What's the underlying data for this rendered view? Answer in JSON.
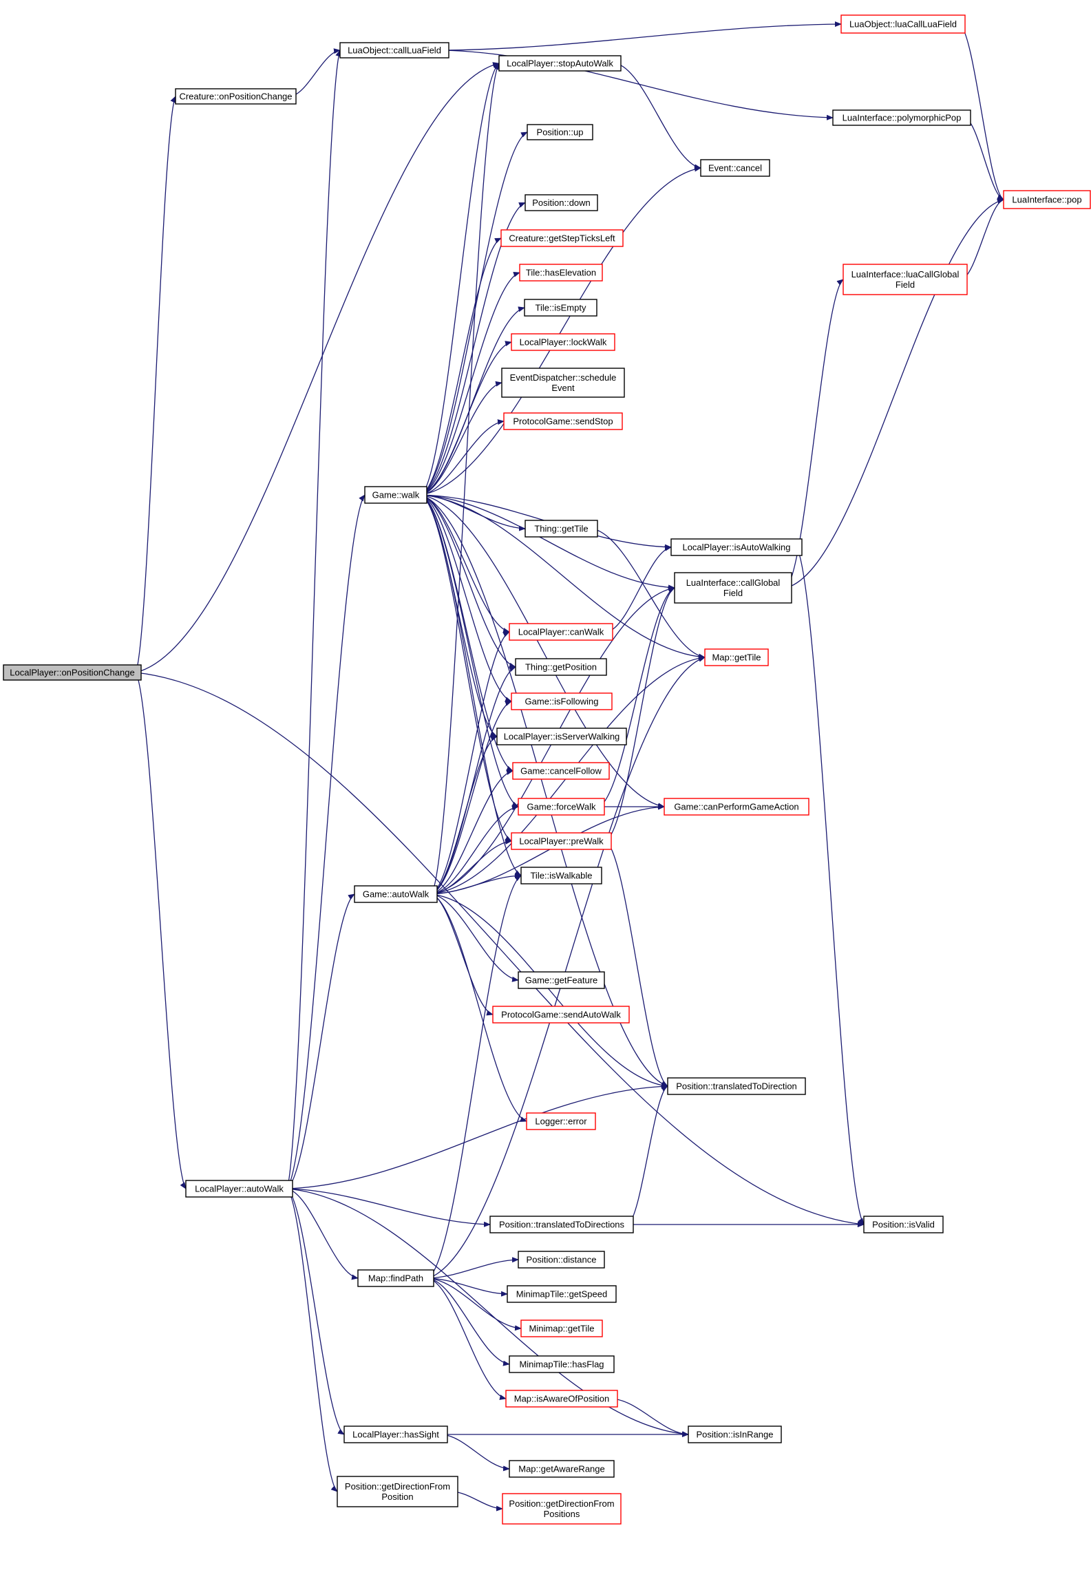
{
  "diagram": {
    "type": "call-graph",
    "colors": {
      "edge": "#191970",
      "node_fill": "#ffffff",
      "root_fill": "#bfbfbf",
      "border_normal": "#000000",
      "border_truncated": "#ff0000"
    },
    "nodes": [
      {
        "id": "root",
        "lines": [
          "LocalPlayer::onPositionChange"
        ],
        "style": "root"
      },
      {
        "id": "creature_onpos",
        "lines": [
          "Creature::onPositionChange"
        ],
        "style": "normal"
      },
      {
        "id": "luaobj_calllua",
        "lines": [
          "LuaObject::callLuaField"
        ],
        "style": "normal"
      },
      {
        "id": "luaobj_luacall",
        "lines": [
          "LuaObject::luaCallLuaField"
        ],
        "style": "truncated"
      },
      {
        "id": "stopautowalk",
        "lines": [
          "LocalPlayer::stopAutoWalk"
        ],
        "style": "normal"
      },
      {
        "id": "polypop",
        "lines": [
          "LuaInterface::polymorphicPop"
        ],
        "style": "normal"
      },
      {
        "id": "pos_up",
        "lines": [
          "Position::up"
        ],
        "style": "normal"
      },
      {
        "id": "event_cancel",
        "lines": [
          "Event::cancel"
        ],
        "style": "normal"
      },
      {
        "id": "lua_pop",
        "lines": [
          "LuaInterface::pop"
        ],
        "style": "truncated"
      },
      {
        "id": "pos_down",
        "lines": [
          "Position::down"
        ],
        "style": "normal"
      },
      {
        "id": "getsteptick",
        "lines": [
          "Creature::getStepTicksLeft"
        ],
        "style": "truncated"
      },
      {
        "id": "tile_haselev",
        "lines": [
          "Tile::hasElevation"
        ],
        "style": "truncated"
      },
      {
        "id": "lua_callglobal_luacall",
        "lines": [
          "LuaInterface::luaCallGlobal",
          "Field"
        ],
        "style": "truncated"
      },
      {
        "id": "tile_isempty",
        "lines": [
          "Tile::isEmpty"
        ],
        "style": "normal"
      },
      {
        "id": "lockwalk",
        "lines": [
          "LocalPlayer::lockWalk"
        ],
        "style": "truncated"
      },
      {
        "id": "evdisp",
        "lines": [
          "EventDispatcher::schedule",
          "Event"
        ],
        "style": "normal"
      },
      {
        "id": "sendstop",
        "lines": [
          "ProtocolGame::sendStop"
        ],
        "style": "truncated"
      },
      {
        "id": "game_walk",
        "lines": [
          "Game::walk"
        ],
        "style": "normal"
      },
      {
        "id": "thing_gettile",
        "lines": [
          "Thing::getTile"
        ],
        "style": "normal"
      },
      {
        "id": "isautowalking",
        "lines": [
          "LocalPlayer::isAutoWalking"
        ],
        "style": "normal"
      },
      {
        "id": "callglobal",
        "lines": [
          "LuaInterface::callGlobal",
          "Field"
        ],
        "style": "normal"
      },
      {
        "id": "canwalk",
        "lines": [
          "LocalPlayer::canWalk"
        ],
        "style": "truncated"
      },
      {
        "id": "map_gettile",
        "lines": [
          "Map::getTile"
        ],
        "style": "truncated"
      },
      {
        "id": "thing_getpos",
        "lines": [
          "Thing::getPosition"
        ],
        "style": "normal"
      },
      {
        "id": "isfollowing",
        "lines": [
          "Game::isFollowing"
        ],
        "style": "truncated"
      },
      {
        "id": "isserverwalking",
        "lines": [
          "LocalPlayer::isServerWalking"
        ],
        "style": "normal"
      },
      {
        "id": "cancelfollow",
        "lines": [
          "Game::cancelFollow"
        ],
        "style": "truncated"
      },
      {
        "id": "forcewalk",
        "lines": [
          "Game::forceWalk"
        ],
        "style": "truncated"
      },
      {
        "id": "canperform",
        "lines": [
          "Game::canPerformGameAction"
        ],
        "style": "truncated"
      },
      {
        "id": "prewalk",
        "lines": [
          "LocalPlayer::preWalk"
        ],
        "style": "truncated"
      },
      {
        "id": "game_autowalk",
        "lines": [
          "Game::autoWalk"
        ],
        "style": "normal"
      },
      {
        "id": "tile_iswalkable",
        "lines": [
          "Tile::isWalkable"
        ],
        "style": "normal"
      },
      {
        "id": "getfeature",
        "lines": [
          "Game::getFeature"
        ],
        "style": "normal"
      },
      {
        "id": "sendautowalk",
        "lines": [
          "ProtocolGame::sendAutoWalk"
        ],
        "style": "truncated"
      },
      {
        "id": "translatedtodir",
        "lines": [
          "Position::translatedToDirection"
        ],
        "style": "normal"
      },
      {
        "id": "logger_error",
        "lines": [
          "Logger::error"
        ],
        "style": "truncated"
      },
      {
        "id": "lp_autowalk",
        "lines": [
          "LocalPlayer::autoWalk"
        ],
        "style": "normal"
      },
      {
        "id": "translatedtodirs",
        "lines": [
          "Position::translatedToDirections"
        ],
        "style": "normal"
      },
      {
        "id": "pos_isvalid",
        "lines": [
          "Position::isValid"
        ],
        "style": "normal"
      },
      {
        "id": "pos_distance",
        "lines": [
          "Position::distance"
        ],
        "style": "normal"
      },
      {
        "id": "map_findpath",
        "lines": [
          "Map::findPath"
        ],
        "style": "normal"
      },
      {
        "id": "minimap_getspeed",
        "lines": [
          "MinimapTile::getSpeed"
        ],
        "style": "normal"
      },
      {
        "id": "minimap_gettile",
        "lines": [
          "Minimap::getTile"
        ],
        "style": "truncated"
      },
      {
        "id": "minimap_hasflag",
        "lines": [
          "MinimapTile::hasFlag"
        ],
        "style": "normal"
      },
      {
        "id": "map_isaware",
        "lines": [
          "Map::isAwareOfPosition"
        ],
        "style": "truncated"
      },
      {
        "id": "hassight",
        "lines": [
          "LocalPlayer::hasSight"
        ],
        "style": "normal"
      },
      {
        "id": "pos_isinrange",
        "lines": [
          "Position::isInRange"
        ],
        "style": "normal"
      },
      {
        "id": "getawarerange",
        "lines": [
          "Map::getAwareRange"
        ],
        "style": "normal"
      },
      {
        "id": "getdirfrompos",
        "lines": [
          "Position::getDirectionFrom",
          "Position"
        ],
        "style": "normal"
      },
      {
        "id": "getdirfromposs",
        "lines": [
          "Position::getDirectionFrom",
          "Positions"
        ],
        "style": "truncated"
      }
    ],
    "edges": [
      [
        "root",
        "creature_onpos"
      ],
      [
        "root",
        "stopautowalk"
      ],
      [
        "root",
        "lp_autowalk"
      ],
      [
        "root",
        "pos_isvalid"
      ],
      [
        "creature_onpos",
        "luaobj_calllua"
      ],
      [
        "luaobj_calllua",
        "luaobj_luacall"
      ],
      [
        "luaobj_calllua",
        "polypop"
      ],
      [
        "luaobj_luacall",
        "lua_pop"
      ],
      [
        "polypop",
        "lua_pop"
      ],
      [
        "stopautowalk",
        "event_cancel"
      ],
      [
        "lua_callglobal_luacall",
        "lua_pop"
      ],
      [
        "game_walk",
        "stopautowalk"
      ],
      [
        "game_walk",
        "pos_up"
      ],
      [
        "game_walk",
        "event_cancel"
      ],
      [
        "game_walk",
        "pos_down"
      ],
      [
        "game_walk",
        "getsteptick"
      ],
      [
        "game_walk",
        "tile_haselev"
      ],
      [
        "game_walk",
        "tile_isempty"
      ],
      [
        "game_walk",
        "lockwalk"
      ],
      [
        "game_walk",
        "evdisp"
      ],
      [
        "game_walk",
        "sendstop"
      ],
      [
        "game_walk",
        "thing_gettile"
      ],
      [
        "game_walk",
        "isautowalking"
      ],
      [
        "game_walk",
        "callglobal"
      ],
      [
        "game_walk",
        "canwalk"
      ],
      [
        "game_walk",
        "map_gettile"
      ],
      [
        "game_walk",
        "thing_getpos"
      ],
      [
        "game_walk",
        "isfollowing"
      ],
      [
        "game_walk",
        "isserverwalking"
      ],
      [
        "game_walk",
        "cancelfollow"
      ],
      [
        "game_walk",
        "forcewalk"
      ],
      [
        "game_walk",
        "canperform"
      ],
      [
        "game_walk",
        "prewalk"
      ],
      [
        "game_walk",
        "tile_iswalkable"
      ],
      [
        "game_walk",
        "translatedtodir"
      ],
      [
        "thing_gettile",
        "map_gettile"
      ],
      [
        "isautowalking",
        "pos_isvalid"
      ],
      [
        "callglobal",
        "lua_callglobal_luacall"
      ],
      [
        "callglobal",
        "lua_pop"
      ],
      [
        "canwalk",
        "isautowalking"
      ],
      [
        "forcewalk",
        "canperform"
      ],
      [
        "forcewalk",
        "callglobal"
      ],
      [
        "prewalk",
        "callglobal"
      ],
      [
        "prewalk",
        "translatedtodir"
      ],
      [
        "game_autowalk",
        "stopautowalk"
      ],
      [
        "game_autowalk",
        "canwalk"
      ],
      [
        "game_autowalk",
        "thing_getpos"
      ],
      [
        "game_autowalk",
        "isfollowing"
      ],
      [
        "game_autowalk",
        "isserverwalking"
      ],
      [
        "game_autowalk",
        "cancelfollow"
      ],
      [
        "game_autowalk",
        "forcewalk"
      ],
      [
        "game_autowalk",
        "prewalk"
      ],
      [
        "game_autowalk",
        "tile_iswalkable"
      ],
      [
        "game_autowalk",
        "callglobal"
      ],
      [
        "game_autowalk",
        "map_gettile"
      ],
      [
        "game_autowalk",
        "canperform"
      ],
      [
        "game_autowalk",
        "getfeature"
      ],
      [
        "game_autowalk",
        "sendautowalk"
      ],
      [
        "game_autowalk",
        "translatedtodir"
      ],
      [
        "game_autowalk",
        "logger_error"
      ],
      [
        "lp_autowalk",
        "luaobj_calllua"
      ],
      [
        "lp_autowalk",
        "game_walk"
      ],
      [
        "lp_autowalk",
        "game_autowalk"
      ],
      [
        "lp_autowalk",
        "translatedtodir"
      ],
      [
        "lp_autowalk",
        "translatedtodirs"
      ],
      [
        "lp_autowalk",
        "map_findpath"
      ],
      [
        "lp_autowalk",
        "hassight"
      ],
      [
        "lp_autowalk",
        "getdirfrompos"
      ],
      [
        "lp_autowalk",
        "pos_isinrange"
      ],
      [
        "translatedtodirs",
        "pos_isvalid"
      ],
      [
        "translatedtodirs",
        "translatedtodir"
      ],
      [
        "map_findpath",
        "pos_distance"
      ],
      [
        "map_findpath",
        "minimap_getspeed"
      ],
      [
        "map_findpath",
        "minimap_gettile"
      ],
      [
        "map_findpath",
        "minimap_hasflag"
      ],
      [
        "map_findpath",
        "map_isaware"
      ],
      [
        "map_findpath",
        "tile_iswalkable"
      ],
      [
        "map_findpath",
        "map_gettile"
      ],
      [
        "map_isaware",
        "pos_isinrange"
      ],
      [
        "hassight",
        "pos_isinrange"
      ],
      [
        "hassight",
        "getawarerange"
      ],
      [
        "getdirfrompos",
        "getdirfromposs"
      ]
    ]
  }
}
